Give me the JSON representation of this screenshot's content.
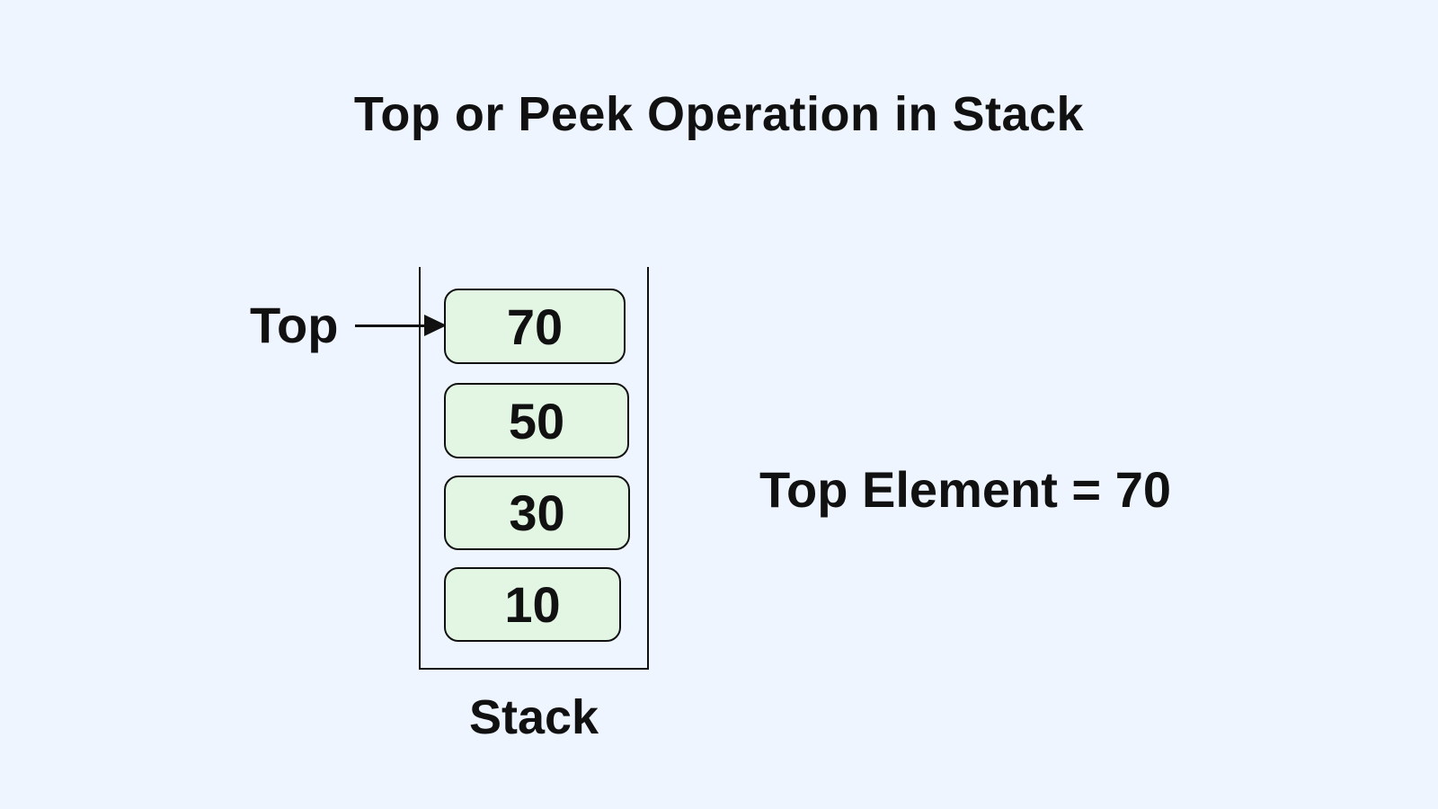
{
  "title": "Top or Peek Operation in Stack",
  "pointer_label": "Top",
  "stack": {
    "label": "Stack",
    "elements": [
      "70",
      "50",
      "30",
      "10"
    ]
  },
  "result": "Top Element = 70",
  "colors": {
    "background": "#eef5ff",
    "cell_fill": "#e3f6e3",
    "stroke": "#111111"
  }
}
